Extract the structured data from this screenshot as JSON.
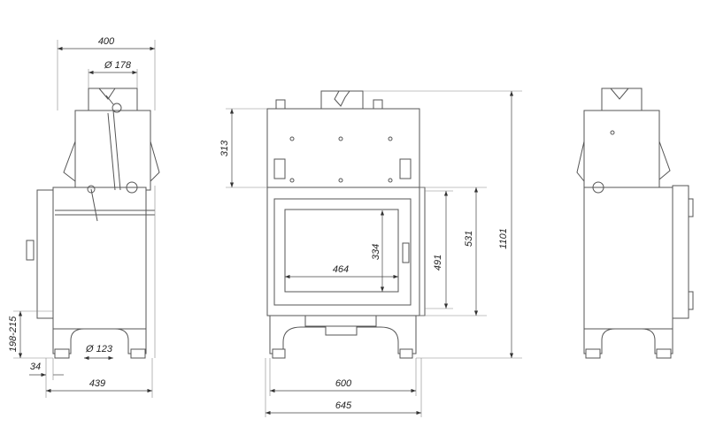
{
  "side_view_left": {
    "width_top": "400",
    "flue_diameter": "Ø 178",
    "air_inlet_diameter": "Ø 123",
    "leg_height": "198-215",
    "leg_offset": "34",
    "depth": "439"
  },
  "front_view": {
    "top_box_height": "313",
    "glass_height": "334",
    "glass_width": "464",
    "door_inner_height": "491",
    "door_height": "531",
    "total_height": "1101",
    "width_inner": "600",
    "width_outer": "645"
  },
  "colors": {
    "line": "#555555",
    "dimension": "#444444",
    "background": "#ffffff"
  }
}
